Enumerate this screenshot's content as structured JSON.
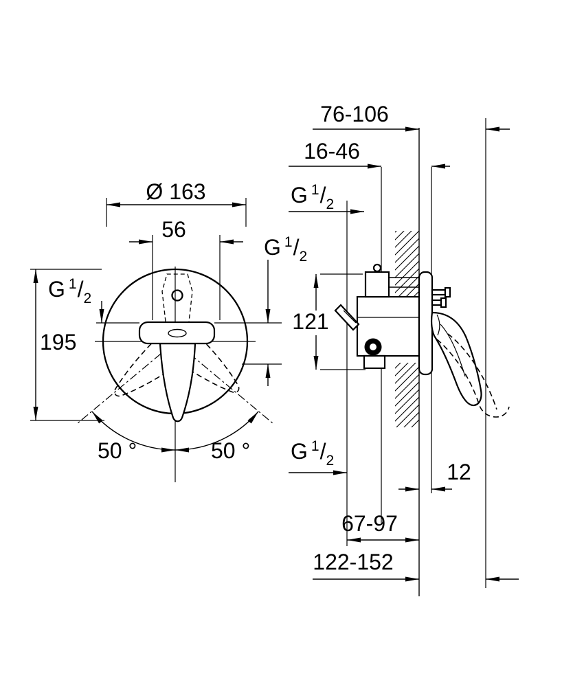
{
  "colors": {
    "line": "#000000",
    "background": "#ffffff"
  },
  "front_view": {
    "diameter_label": "Ø 163",
    "hub_width_label": "56",
    "height_label": "195",
    "angle_left_label": "50 °",
    "angle_right_label": "50 °"
  },
  "side_view": {
    "wall_to_tip_range_label": "76-106",
    "upper_depth_range_label": "16-46",
    "body_height_label": "121",
    "plate_gap_label": "12",
    "rough_in_range_label": "67-97",
    "overall_depth_range_label": "122-152"
  },
  "thread": {
    "prefix": "G",
    "num": "1",
    "slash": "/",
    "den": "2"
  }
}
